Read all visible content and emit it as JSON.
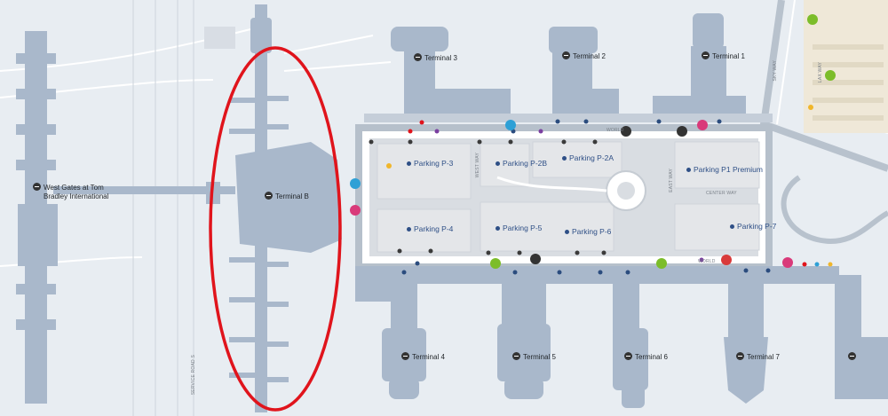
{
  "terminals": {
    "t1": "Terminal 1",
    "t2": "Terminal 2",
    "t3": "Terminal 3",
    "t4": "Terminal 4",
    "t5": "Terminal 5",
    "t6": "Terminal 6",
    "t7": "Terminal 7",
    "tb": "Terminal B",
    "west_gates_line1": "West Gates at Tom",
    "west_gates_line2": "Bradley International"
  },
  "parking": {
    "p1": "Parking P1 Premium",
    "p2a": "Parking P-2A",
    "p2b": "Parking P-2B",
    "p3": "Parking P-3",
    "p4": "Parking P-4",
    "p5": "Parking P-5",
    "p6": "Parking P-6",
    "p7": "Parking P-7"
  },
  "roads": {
    "west_way": "WEST WAY",
    "east_way": "EAST WAY",
    "center_way": "CENTER WAY",
    "world_way_top": "WORLD",
    "world_way_bottom": "WORLD",
    "sky_way": "SKY WAY",
    "lax_way": "LAX WAY",
    "service_road": "SERVICE ROAD S"
  },
  "icons": {
    "terminal": "airplane-icon",
    "bus": "bus-icon",
    "rideshare": "rideshare-icon",
    "shuttle": "shuttle-icon",
    "ev": "ev-charging-icon"
  },
  "colors": {
    "building": "#a9b8cb",
    "background": "#e8edf2",
    "road": "#ffffff",
    "parking_lot": "#e3e5e8",
    "highlight": "#e0141c",
    "label": "#2e4f86",
    "stop": "#2b4c7e"
  }
}
